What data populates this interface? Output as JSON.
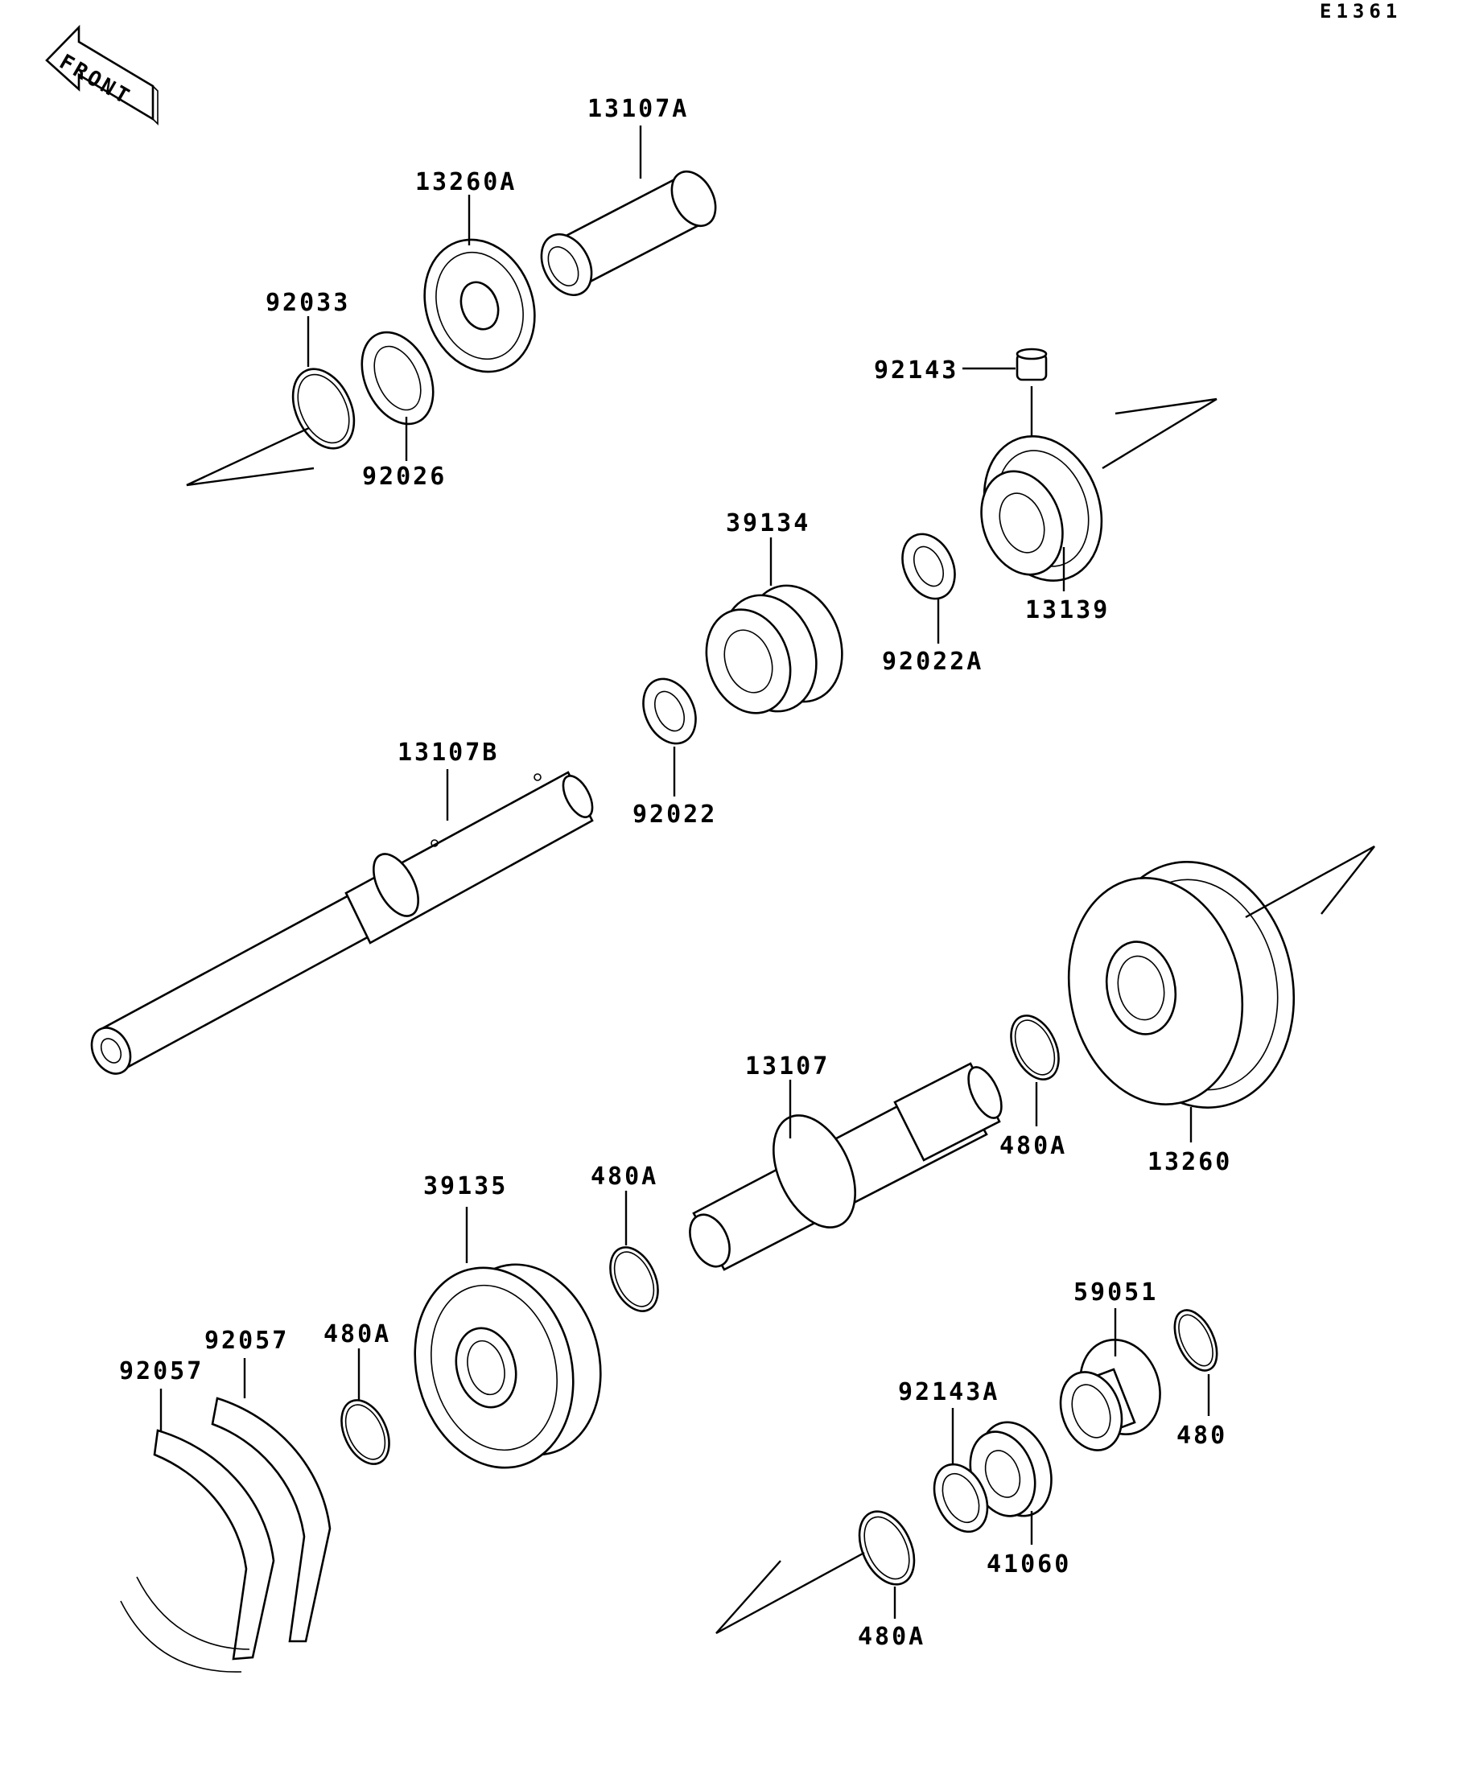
{
  "diagram_code": "E1361",
  "front_label": "FRONT",
  "parts": {
    "p13107A": "13107A",
    "p13260A": "13260A",
    "p92033": "92033",
    "p92026": "92026",
    "p92143": "92143",
    "p13139": "13139",
    "p39134": "39134",
    "p92022A": "92022A",
    "p92022": "92022",
    "p13107B": "13107B",
    "p13107": "13107",
    "p480A_upper_right": "480A",
    "p13260": "13260",
    "p39135": "39135",
    "p480A_center": "480A",
    "p92057_right": "92057",
    "p92057_left": "92057",
    "p480A_left": "480A",
    "p59051": "59051",
    "p92143A": "92143A",
    "p480": "480",
    "p41060": "41060",
    "p480A_bottom": "480A"
  }
}
